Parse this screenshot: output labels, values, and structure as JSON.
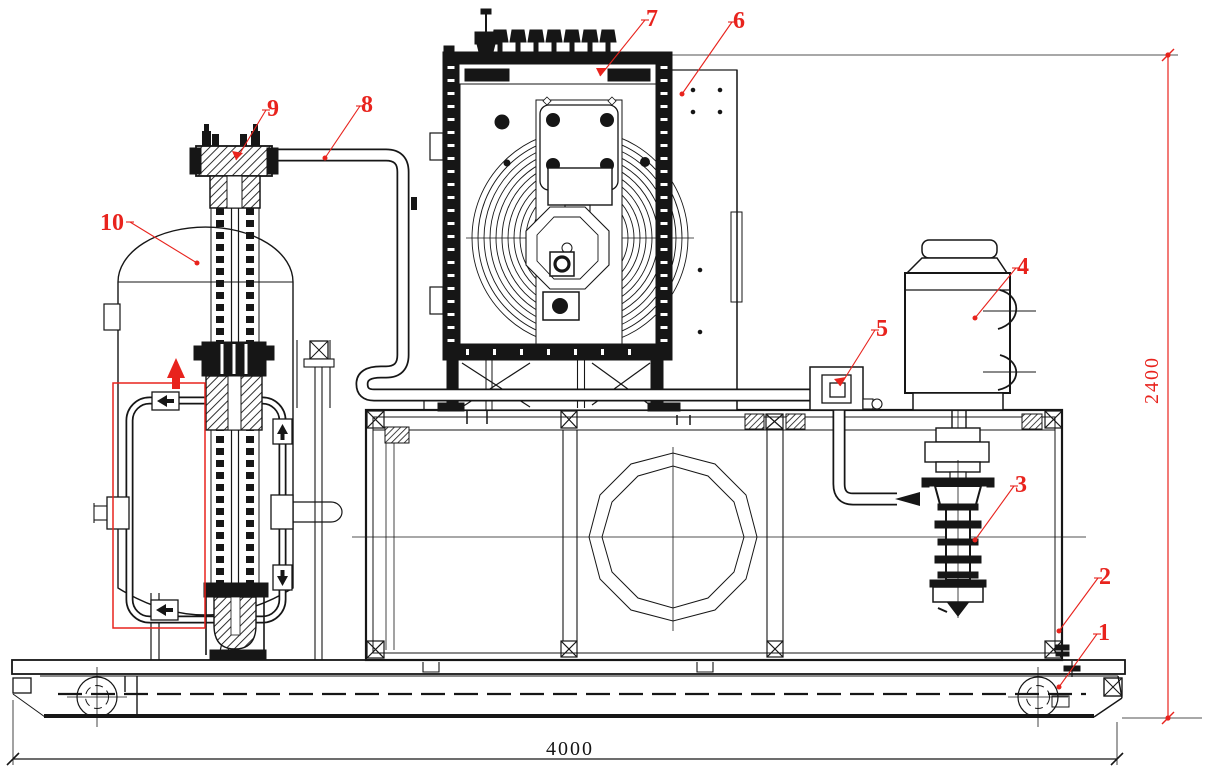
{
  "drawing": {
    "kind": "engineering-assembly-side-view",
    "colors": {
      "line": "#161616",
      "annotation": "#e8231d",
      "background": "#ffffff"
    }
  },
  "callouts": [
    {
      "label": "1"
    },
    {
      "label": "2"
    },
    {
      "label": "3"
    },
    {
      "label": "4"
    },
    {
      "label": "5"
    },
    {
      "label": "6"
    },
    {
      "label": "7"
    },
    {
      "label": "8"
    },
    {
      "label": "9"
    },
    {
      "label": "10"
    }
  ],
  "dimensions": {
    "bottom_width": "4000",
    "right_height": "2400"
  }
}
